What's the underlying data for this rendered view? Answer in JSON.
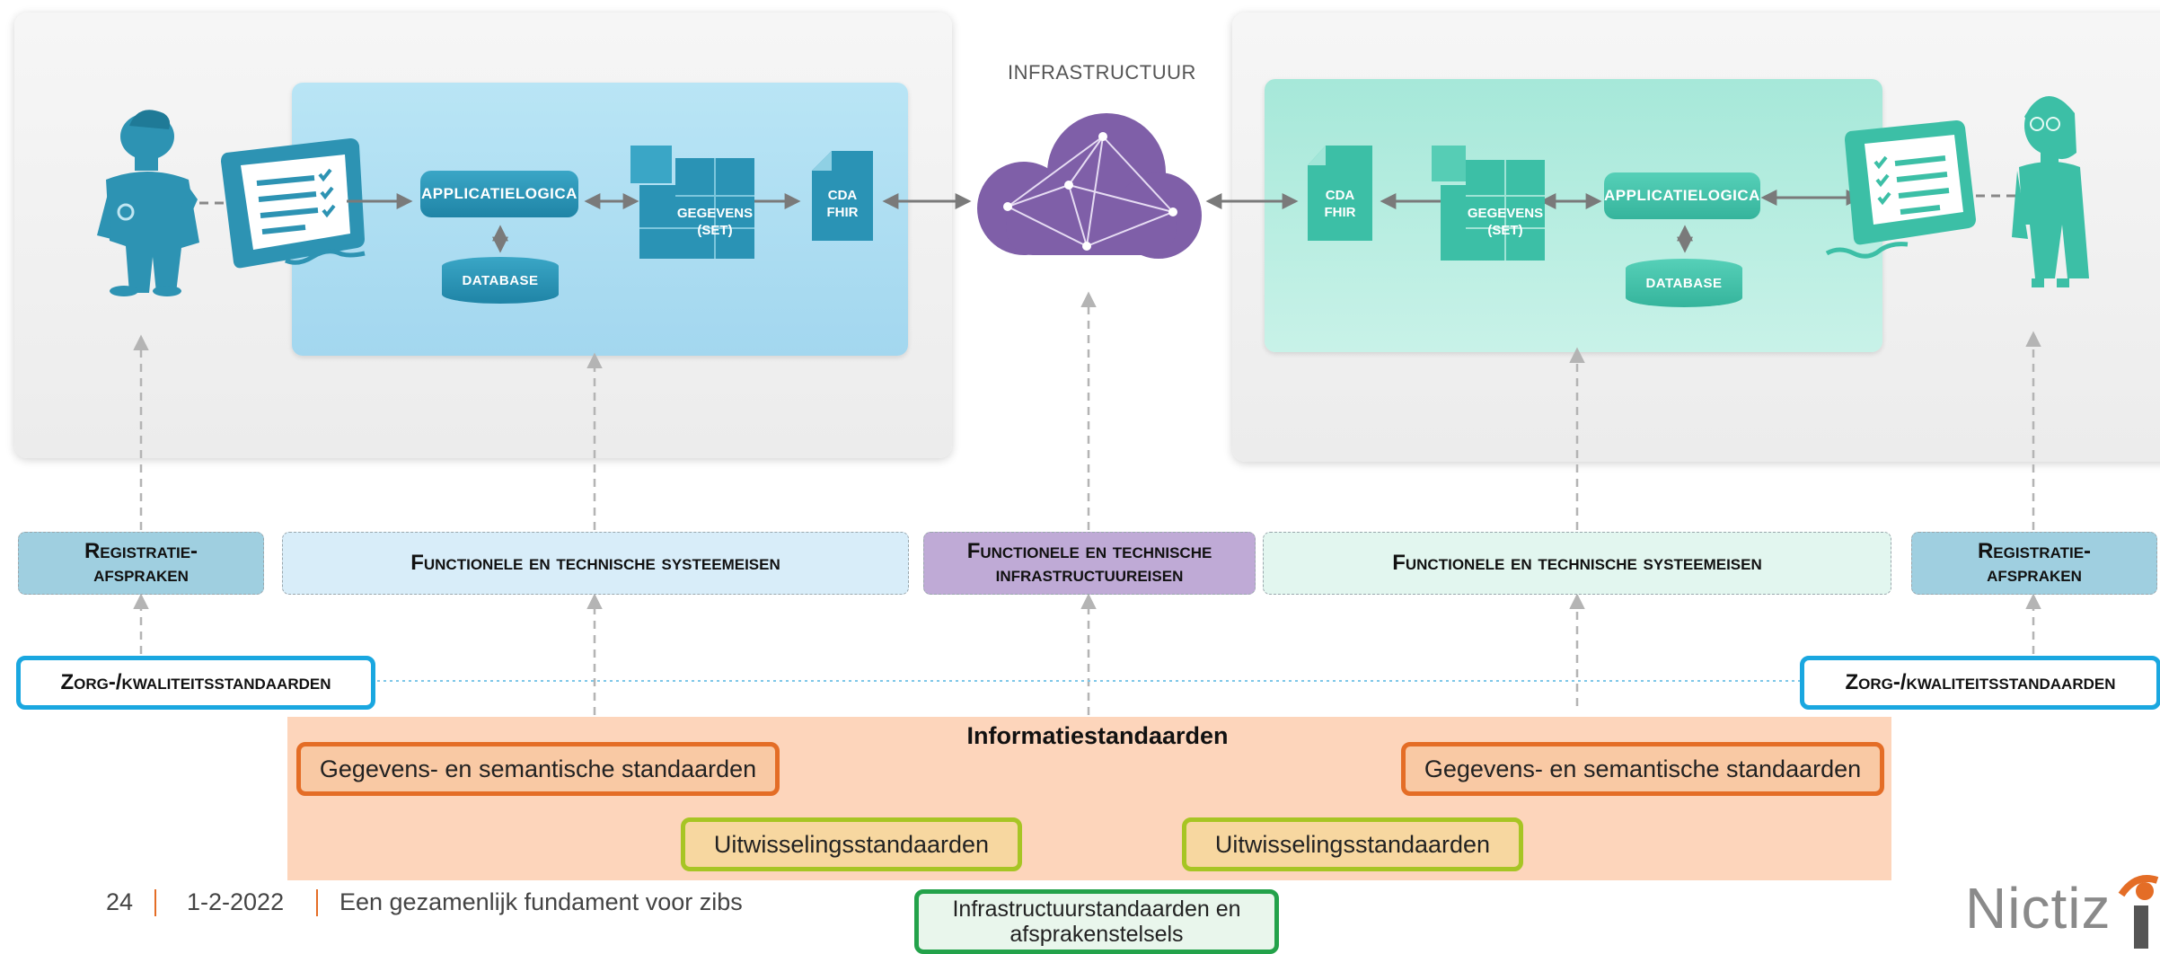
{
  "infrastructure": {
    "label": "INFRASTRUCTUUR"
  },
  "left_system": {
    "applicatielogica": "APPLICATIELOGICA",
    "database": "DATABASE",
    "gegevens_line1": "GEGEVENS",
    "gegevens_line2": "(SET)",
    "cda_line1": "CDA",
    "cda_line2": "FHIR"
  },
  "right_system": {
    "applicatielogica": "APPLICATIELOGICA",
    "database": "DATABASE",
    "gegevens_line1": "GEGEVENS",
    "gegevens_line2": "(SET)",
    "cda_line1": "CDA",
    "cda_line2": "FHIR"
  },
  "requirements": {
    "registratie_left_line1": "Registratie-",
    "registratie_left_line2": "afspraken",
    "systeemeisen_left": "Functionele en technische systeemeisen",
    "infrastructuureisen_line1": "Functionele en technische",
    "infrastructuureisen_line2": "infrastructuureisen",
    "systeemeisen_right": "Functionele en technische systeemeisen",
    "registratie_right_line1": "Registratie-",
    "registratie_right_line2": "afspraken"
  },
  "standards": {
    "zorg_left": "Zorg-/kwaliteitsstandaarden",
    "zorg_right": "Zorg-/kwaliteitsstandaarden",
    "informatiestandaarden_title": "Informatiestandaarden",
    "gegevens_left": "Gegevens- en semantische standaarden",
    "gegevens_right": "Gegevens- en semantische standaarden",
    "uitwisseling_left": "Uitwisselingsstandaarden",
    "uitwisseling_right": "Uitwisselingsstandaarden",
    "infrastructuur_line1": "Infrastructuurstandaarden en",
    "infrastructuur_line2": "afsprakenstelsels"
  },
  "footer": {
    "page_number": "24",
    "date": "1-2-2022",
    "title": "Een gezamenlijk fundament voor zibs",
    "logo_text": "Nictiz"
  },
  "colors": {
    "blue_accent": "#2a93b5",
    "green_accent": "#3cbfa6",
    "purple_cloud": "#7f5fa8",
    "orange": "#e46d26",
    "zorg_blue": "#1aa7e0"
  }
}
